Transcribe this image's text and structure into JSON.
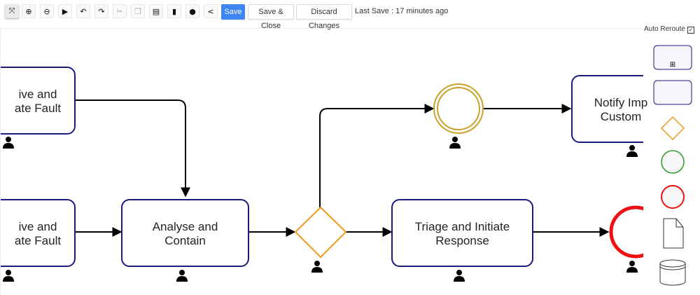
{
  "toolbar": {
    "icons": [
      "fit-icon",
      "zoom-in-icon",
      "zoom-out-icon",
      "play-icon",
      "undo-icon",
      "redo-icon",
      "cut-icon",
      "copy-icon",
      "paste-icon",
      "delete-icon",
      "palette-icon",
      "share-icon"
    ],
    "save_label": "Save",
    "save_close_label": "Save & Close",
    "discard_label": "Discard Changes",
    "last_save": "Last Save : 17 minutes ago"
  },
  "palette": {
    "auto_reroute_label": "Auto Reroute",
    "auto_reroute_checked": true,
    "items": [
      "subprocess-shape-icon",
      "task-shape-icon",
      "gateway-shape-icon",
      "start-event-shape-icon",
      "end-event-shape-icon",
      "document-shape-icon",
      "datastore-shape-icon"
    ]
  },
  "diagram": {
    "node1": {
      "line1": "ive and",
      "line2": "ate Fault"
    },
    "node2": {
      "line1": "ive and",
      "line2": "ate Fault"
    },
    "analyse": {
      "line1": "Analyse and",
      "line2": "Contain"
    },
    "triage": {
      "line1": "Triage and Initiate",
      "line2": "Response"
    },
    "notify": {
      "line1": "Notify Imp",
      "line2": "Custom"
    }
  },
  "colors": {
    "accent": "#3d85f2",
    "task_border": "#1a1a80",
    "gateway": "#f29a1c",
    "intermediate_event": "#c9a12b",
    "end_event": "#ee1111"
  }
}
